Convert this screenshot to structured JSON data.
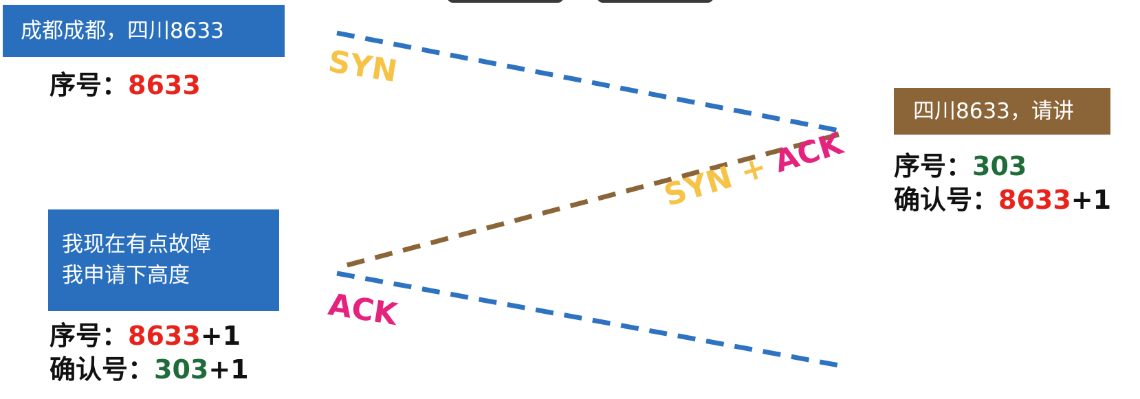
{
  "colors": {
    "syn_line": "#2e73c2",
    "synack_line": "#8b6438",
    "ack_line": "#2e73c2",
    "blue_box": "#2a6fbd",
    "brown_box": "#8b6438",
    "syn_text": "#f6c347",
    "ack_text": "#e5237e",
    "red_number": "#e8231c",
    "green_number": "#1f6b3a"
  },
  "messages": {
    "syn": {
      "box_text": "成都成都，四川8633",
      "seq_label": "序号：",
      "seq_value": "8633"
    },
    "synack": {
      "box_text": "四川8633，请讲",
      "seq_label": "序号：",
      "seq_value": "303",
      "ack_label": "确认号：",
      "ack_value": "8633",
      "ack_suffix": "+1"
    },
    "ack": {
      "box_line1": "我现在有点故障",
      "box_line2": "我申请下高度",
      "seq_label": "序号：",
      "seq_value": "8633",
      "seq_suffix": "+1",
      "ack_label": "确认号：",
      "ack_value": "303",
      "ack_suffix": "+1"
    }
  },
  "arrows": {
    "syn_label": "SYN",
    "synack_label_syn": "SYN",
    "synack_label_plus": " + ",
    "synack_label_ack": "ACK",
    "ack_label": "ACK"
  }
}
